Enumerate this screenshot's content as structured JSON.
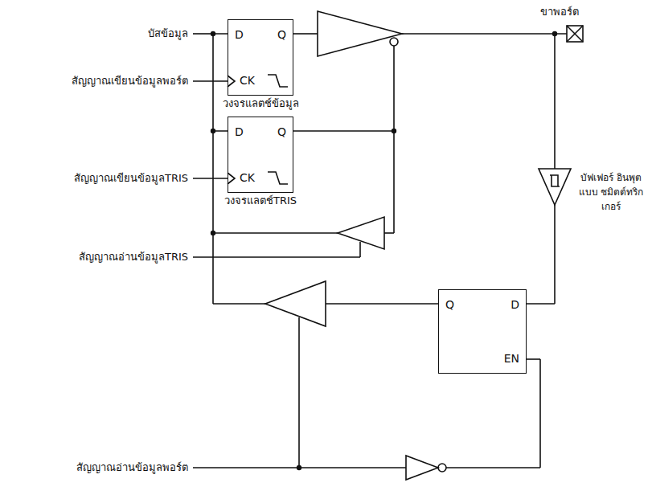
{
  "diagram": {
    "nodes": [
      {
        "text": [
          "D",
          "Q",
          "CK",
          "วงจรแลตช์ข้อมูล"
        ]
      },
      {
        "text": [
          "D",
          "Q",
          "CK",
          "วงจรแลตช์TRIS"
        ]
      },
      {
        "text": [
          "Q",
          "D",
          "EN"
        ]
      }
    ],
    "edges": [
      {
        "from": 0,
        "to": 1,
        "arrow": "none"
      }
    ],
    "labels": [
      "บัสข้อมูล",
      "สัญญาณเขียนข้อมูลพอร์ต",
      "สัญญาณเขียนข้อมูลTRIS",
      "สัญญาณอ่านข้อมูลTRIS",
      "สัญญาณอ่านข้อมูลพอร์ต",
      "ขาพอร์ต",
      "บัฟเฟอร์ อินพุตแบบ ชมิตต์ทริกเกอร์"
    ]
  }
}
